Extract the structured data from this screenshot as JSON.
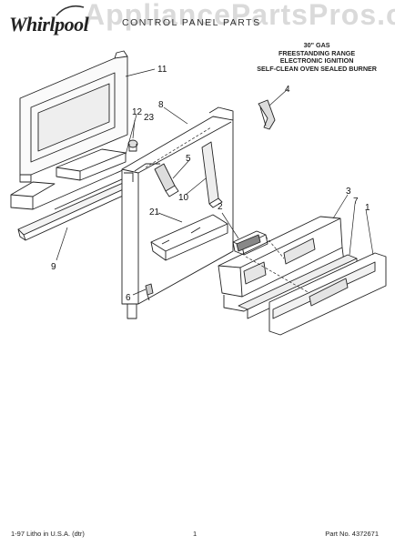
{
  "header": {
    "brand": "Whirlpool",
    "section_title": "CONTROL PANEL PARTS",
    "watermark": "AppliancePartsPros.com",
    "model_lines": [
      "30\" GAS",
      "FREESTANDING RANGE",
      "ELECTRONIC IGNITION",
      "SELF-CLEAN OVEN SEALED BURNER"
    ]
  },
  "callouts": {
    "c11": "11",
    "c12": "12",
    "c23": "23",
    "c8": "8",
    "c4": "4",
    "c5": "5",
    "c10": "10",
    "c21": "21",
    "c2": "2",
    "c3": "3",
    "c7": "7",
    "c1": "1",
    "c9": "9",
    "c6": "6"
  },
  "footer": {
    "left": "1-97 Litho in U.S.A. (dtr)",
    "center": "1",
    "right": "Part No. 4372671"
  }
}
